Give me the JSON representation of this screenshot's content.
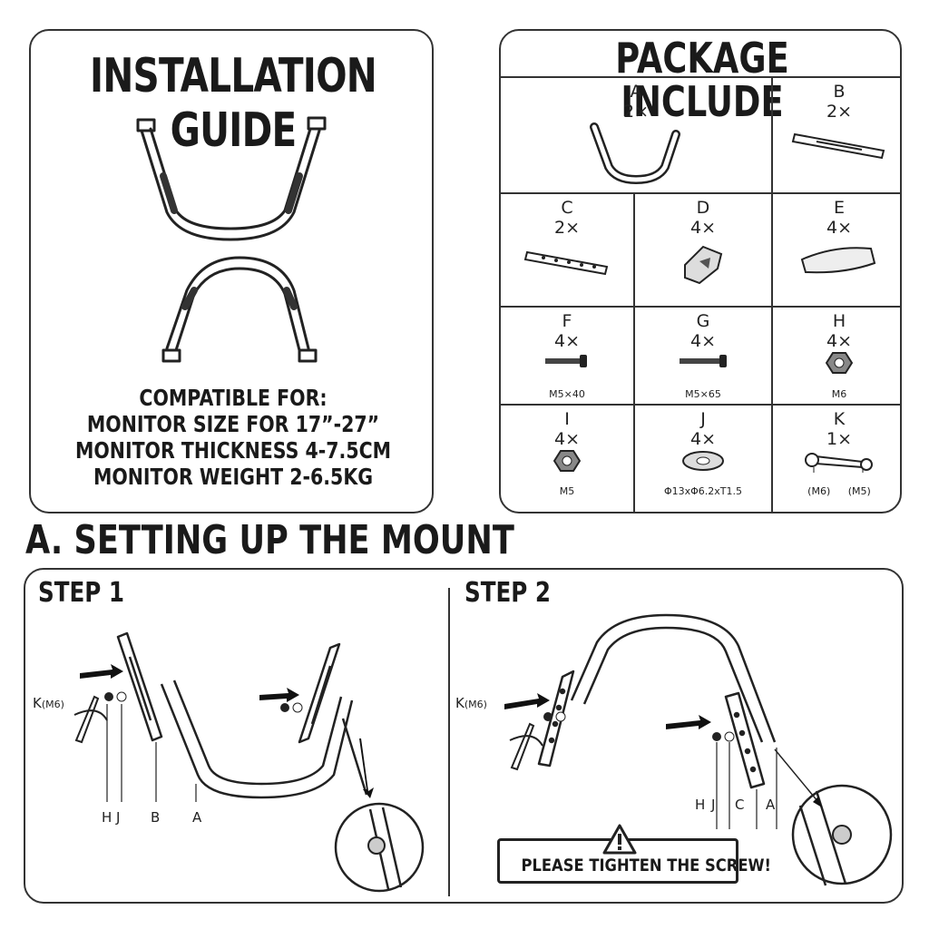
{
  "guide": {
    "title": "INSTALLATION GUIDE",
    "compat": [
      "COMPATIBLE FOR:",
      "MONITOR SIZE FOR 17”-27”",
      "MONITOR THICKNESS 4-7.5CM",
      "MONITOR WEIGHT 2-6.5KG"
    ]
  },
  "package": {
    "title": "PACKAGE INCLUDE",
    "items": [
      {
        "letter": "A",
        "qty": "2×",
        "spec": ""
      },
      {
        "letter": "B",
        "qty": "2×",
        "spec": ""
      },
      {
        "letter": "C",
        "qty": "2×",
        "spec": ""
      },
      {
        "letter": "D",
        "qty": "4×",
        "spec": ""
      },
      {
        "letter": "E",
        "qty": "4×",
        "spec": ""
      },
      {
        "letter": "F",
        "qty": "4×",
        "spec": "M5×40"
      },
      {
        "letter": "G",
        "qty": "4×",
        "spec": "M5×65"
      },
      {
        "letter": "H",
        "qty": "4×",
        "spec": "M6"
      },
      {
        "letter": "I",
        "qty": "4×",
        "spec": "M5"
      },
      {
        "letter": "J",
        "qty": "4×",
        "spec": "Φ13xΦ6.2xT1.5"
      },
      {
        "letter": "K",
        "qty": "1×",
        "spec_left": "(M6)",
        "spec_right": "(M5)"
      }
    ]
  },
  "section": {
    "title": "A. SETTING UP THE MOUNT"
  },
  "step1": {
    "title": "STEP 1",
    "k_label": "K",
    "k_size": "(M6)",
    "labels": [
      "H",
      "J",
      "B",
      "A"
    ]
  },
  "step2": {
    "title": "STEP 2",
    "k_label": "K",
    "k_size": "(M6)",
    "labels": [
      "H",
      "J",
      "C",
      "A"
    ],
    "warning": "PLEASE TIGHTEN THE SCREW!"
  }
}
